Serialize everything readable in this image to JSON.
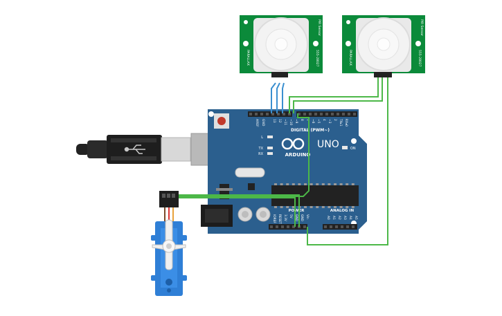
{
  "board": {
    "brand": "ARDUINO",
    "model": "UNO",
    "digital_label": "DIGITAL (PWM~)",
    "power_label": "POWER",
    "analog_label": "ANALOG IN",
    "led_l": "L",
    "led_tx": "TX",
    "led_rx": "RX",
    "on_label": "ON",
    "aref": "AREF",
    "gnd": "GND",
    "digital_pins": [
      "13",
      "12",
      "~11",
      "~10",
      "~9",
      "8",
      "7",
      "~6",
      "~5",
      "4",
      "~3",
      "2",
      "TX▸1",
      "RX◂0"
    ],
    "power_pins": [
      "IOREF",
      "RESET",
      "3.3V",
      "5V",
      "GND",
      "GND",
      "Vin"
    ],
    "analog_pins": [
      "A0",
      "A1",
      "A2",
      "A3",
      "A4",
      "A5"
    ]
  },
  "sensors": [
    {
      "top_label": "PIR Sensor",
      "side_label": "555-28027",
      "left_label": "PARALLAX"
    },
    {
      "top_label": "PIR Sensor",
      "side_label": "555-28027",
      "left_label": "PARALLAX"
    }
  ],
  "colors": {
    "board": "#2b5f8e",
    "sensor_pcb": "#0b8a3a",
    "wire_blue": "#3a8fd0",
    "wire_green": "#4cb848",
    "servo": "#2f7fd6"
  }
}
